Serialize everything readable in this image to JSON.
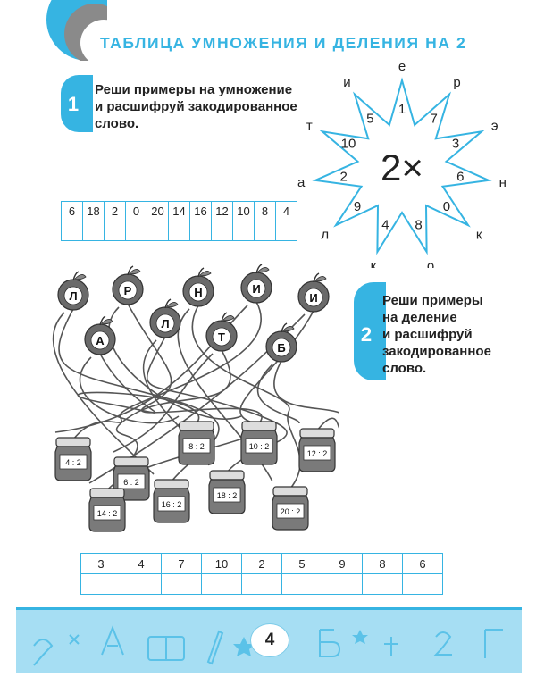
{
  "header": {
    "title": "ТАБЛИЦА УМНОЖЕНИЯ И ДЕЛЕНИЯ НА 2"
  },
  "task1": {
    "number": "1",
    "text": [
      "Реши примеры на умножение",
      "и расшифруй закодированное",
      "слово."
    ],
    "answers": [
      "6",
      "18",
      "2",
      "0",
      "20",
      "14",
      "16",
      "12",
      "10",
      "8",
      "4"
    ]
  },
  "star": {
    "center": "2×",
    "numbers": [
      "1",
      "7",
      "3",
      "6",
      "0",
      "8",
      "4",
      "9",
      "2",
      "10",
      "5"
    ],
    "letters": [
      "е",
      "р",
      "э",
      "н",
      "к",
      "о",
      "к",
      "л",
      "а",
      "т",
      "и"
    ]
  },
  "task2": {
    "number": "2",
    "text": [
      "Реши примеры",
      "на деление",
      "и расшифруй",
      "закодированное",
      "слово."
    ],
    "apples": [
      "Л",
      "Р",
      "Н",
      "И",
      "И",
      "А",
      "Л",
      "Т",
      "Б"
    ],
    "jars": [
      "4 : 2",
      "6 : 2",
      "8 : 2",
      "10 : 2",
      "12 : 2",
      "14 : 2",
      "16 : 2",
      "18 : 2",
      "20 : 2"
    ],
    "answers": [
      "3",
      "4",
      "7",
      "10",
      "2",
      "5",
      "9",
      "8",
      "6"
    ]
  },
  "footer": {
    "page_number": "4"
  },
  "colors": {
    "accent": "#36b4e2",
    "light_accent": "#a6def3",
    "circle_gray": "#8a8a8a"
  }
}
